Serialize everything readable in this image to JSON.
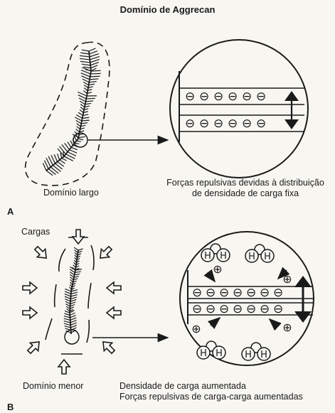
{
  "title": "Domínio de Aggrecan",
  "panel_a": {
    "letter": "A",
    "domain_label": "Domínio largo",
    "caption_line1": "Forças repulsivas devidas à distribuição",
    "caption_line2": "de densidade de carga fixa",
    "neg_symbol": "⊖"
  },
  "panel_b": {
    "letter": "B",
    "charges_label": "Cargas",
    "domain_label": "Domínio menor",
    "caption_line1": "Densidade de carga aumentada",
    "caption_line2": "Forças repulsivas de carga-carga aumentadas",
    "water_atom": "H",
    "pos_symbol": "⊕"
  },
  "colors": {
    "ink": "#1a1a1a",
    "paper": "#f7f6f1"
  }
}
